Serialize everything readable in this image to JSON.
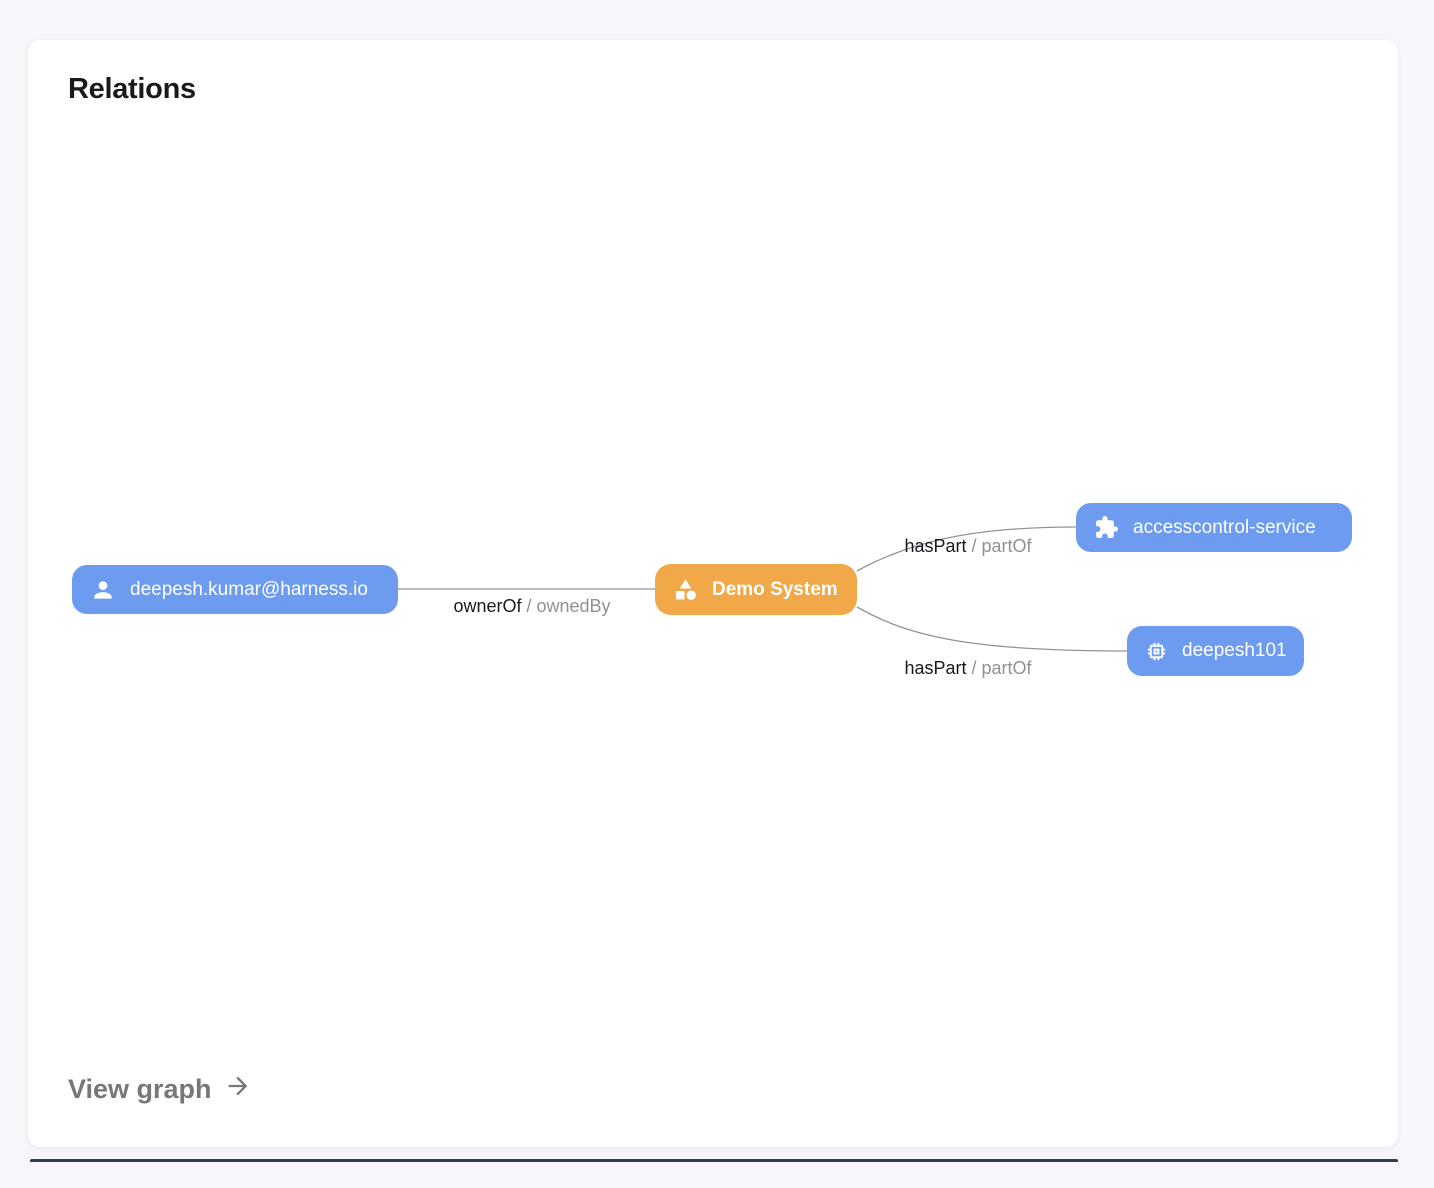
{
  "header": {
    "title": "Relations"
  },
  "graph": {
    "nodes": [
      {
        "id": "user",
        "label": "deepesh.kumar@harness.io",
        "icon": "person-icon",
        "color": "#6D9BF0"
      },
      {
        "id": "demo-system",
        "label": "Demo System",
        "icon": "category-icon",
        "color": "#F0A848"
      },
      {
        "id": "accesscontrol-service",
        "label": "accesscontrol-service",
        "icon": "extension-icon",
        "color": "#6D9BF0"
      },
      {
        "id": "deepesh101",
        "label": "deepesh101",
        "icon": "memory-icon",
        "color": "#6D9BF0"
      }
    ],
    "edges": [
      {
        "from": "user",
        "to": "demo-system",
        "label": "ownerOf",
        "reverse_label": "/ ownedBy"
      },
      {
        "from": "demo-system",
        "to": "accesscontrol-service",
        "label": "hasPart",
        "reverse_label": "/ partOf"
      },
      {
        "from": "demo-system",
        "to": "deepesh101",
        "label": "hasPart",
        "reverse_label": "/ partOf"
      }
    ]
  },
  "footer": {
    "view_graph_label": "View graph",
    "arrow_icon": "arrow-right-icon"
  },
  "colors": {
    "node_blue": "#6D9BF0",
    "node_orange": "#F0A848",
    "edge_line": "#909499",
    "edge_label_primary": "#17191c",
    "edge_label_secondary": "#8e9196",
    "page_background": "#F5F7FB",
    "card_background": "#ffffff"
  }
}
